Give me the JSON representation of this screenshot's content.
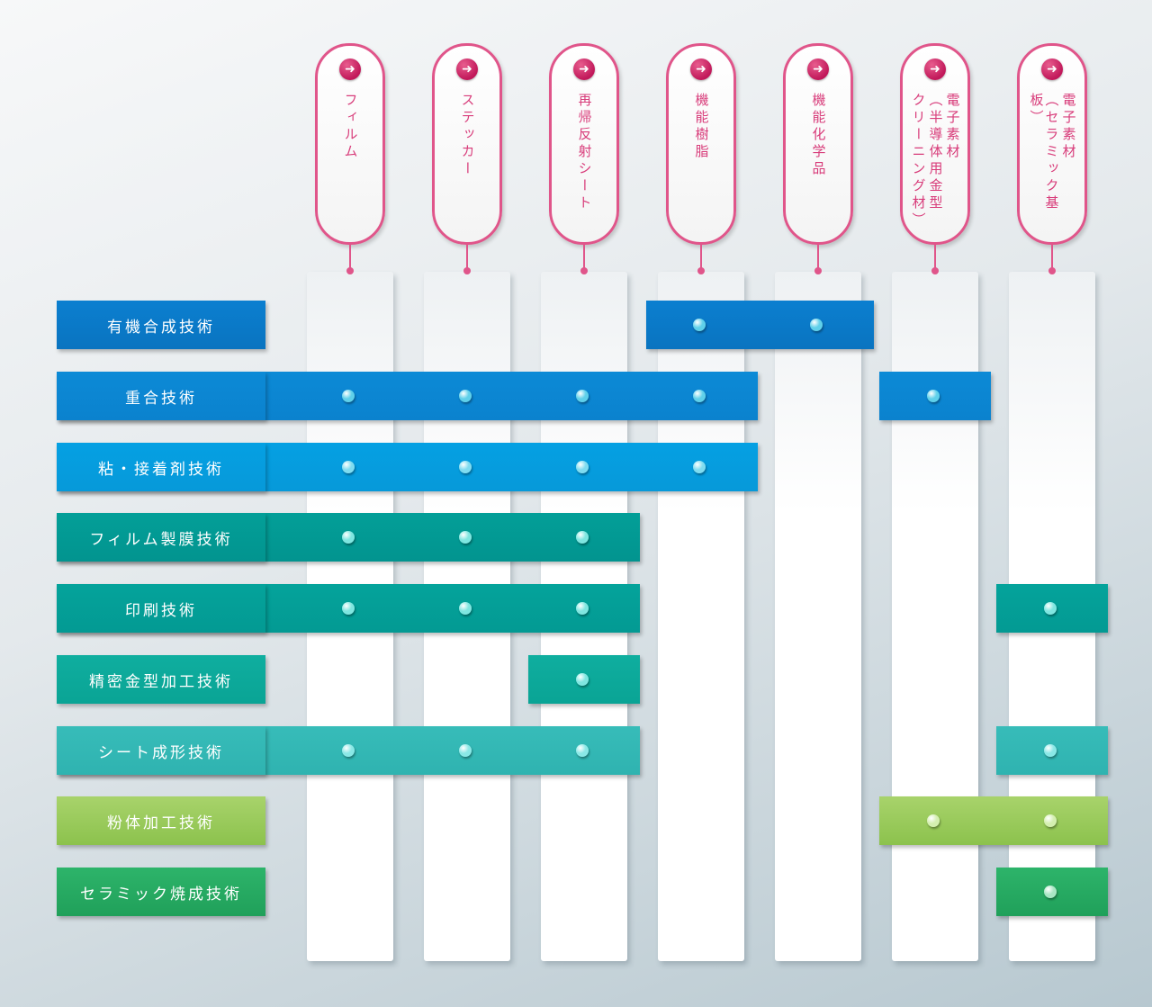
{
  "columns": [
    {
      "id": "film",
      "lines": [
        "フィルム"
      ]
    },
    {
      "id": "sticker",
      "lines": [
        "ステッカー"
      ]
    },
    {
      "id": "retro",
      "lines": [
        "再帰反射シート"
      ]
    },
    {
      "id": "resin",
      "lines": [
        "機能樹脂"
      ]
    },
    {
      "id": "chem",
      "lines": [
        "機能化学品"
      ]
    },
    {
      "id": "semi",
      "lines": [
        "電子素材",
        "（半導体用金型",
        "クリーニング材）"
      ]
    },
    {
      "id": "ceramic",
      "lines": [
        "電子素材",
        "（セラミック基板）"
      ]
    }
  ],
  "rows": [
    {
      "label": "有機合成技術",
      "color": "#0b7fd0",
      "color2": "#0a74c0",
      "dot": "#5fd0ea",
      "marks": [
        3,
        4
      ]
    },
    {
      "label": "重合技術",
      "color": "#0c8ad6",
      "color2": "#0b82ce",
      "dot": "#5fd0ea",
      "marks": [
        0,
        1,
        2,
        3,
        5
      ]
    },
    {
      "label": "粘・接着剤技術",
      "color": "#05a0e3",
      "color2": "#0699d9",
      "dot": "#7fdcf0",
      "marks": [
        0,
        1,
        2,
        3
      ]
    },
    {
      "label": "フィルム製膜技術",
      "color": "#039f98",
      "color2": "#02948f",
      "dot": "#7fe6e0",
      "marks": [
        0,
        1,
        2
      ]
    },
    {
      "label": "印刷技術",
      "color": "#04a39b",
      "color2": "#039a93",
      "dot": "#7fe6e0",
      "marks": [
        0,
        1,
        2,
        6
      ]
    },
    {
      "label": "精密金型加工技術",
      "color": "#0fae9f",
      "color2": "#0aa495",
      "dot": "#7fe6e0",
      "marks": [
        2
      ]
    },
    {
      "label": "シート成形技術",
      "color": "#37bcb9",
      "color2": "#2fb3b0",
      "dot": "#8ae8e6",
      "marks": [
        0,
        1,
        2,
        6
      ]
    },
    {
      "label": "粉体加工技術",
      "color": "#a8d36b",
      "color2": "#8cc24d",
      "dot": "#d4efb0",
      "marks": [
        5,
        6
      ]
    },
    {
      "label": "セラミック焼成技術",
      "color": "#2db46a",
      "color2": "#20a05a",
      "dot": "#a8e6c4",
      "marks": [
        6
      ]
    }
  ]
}
